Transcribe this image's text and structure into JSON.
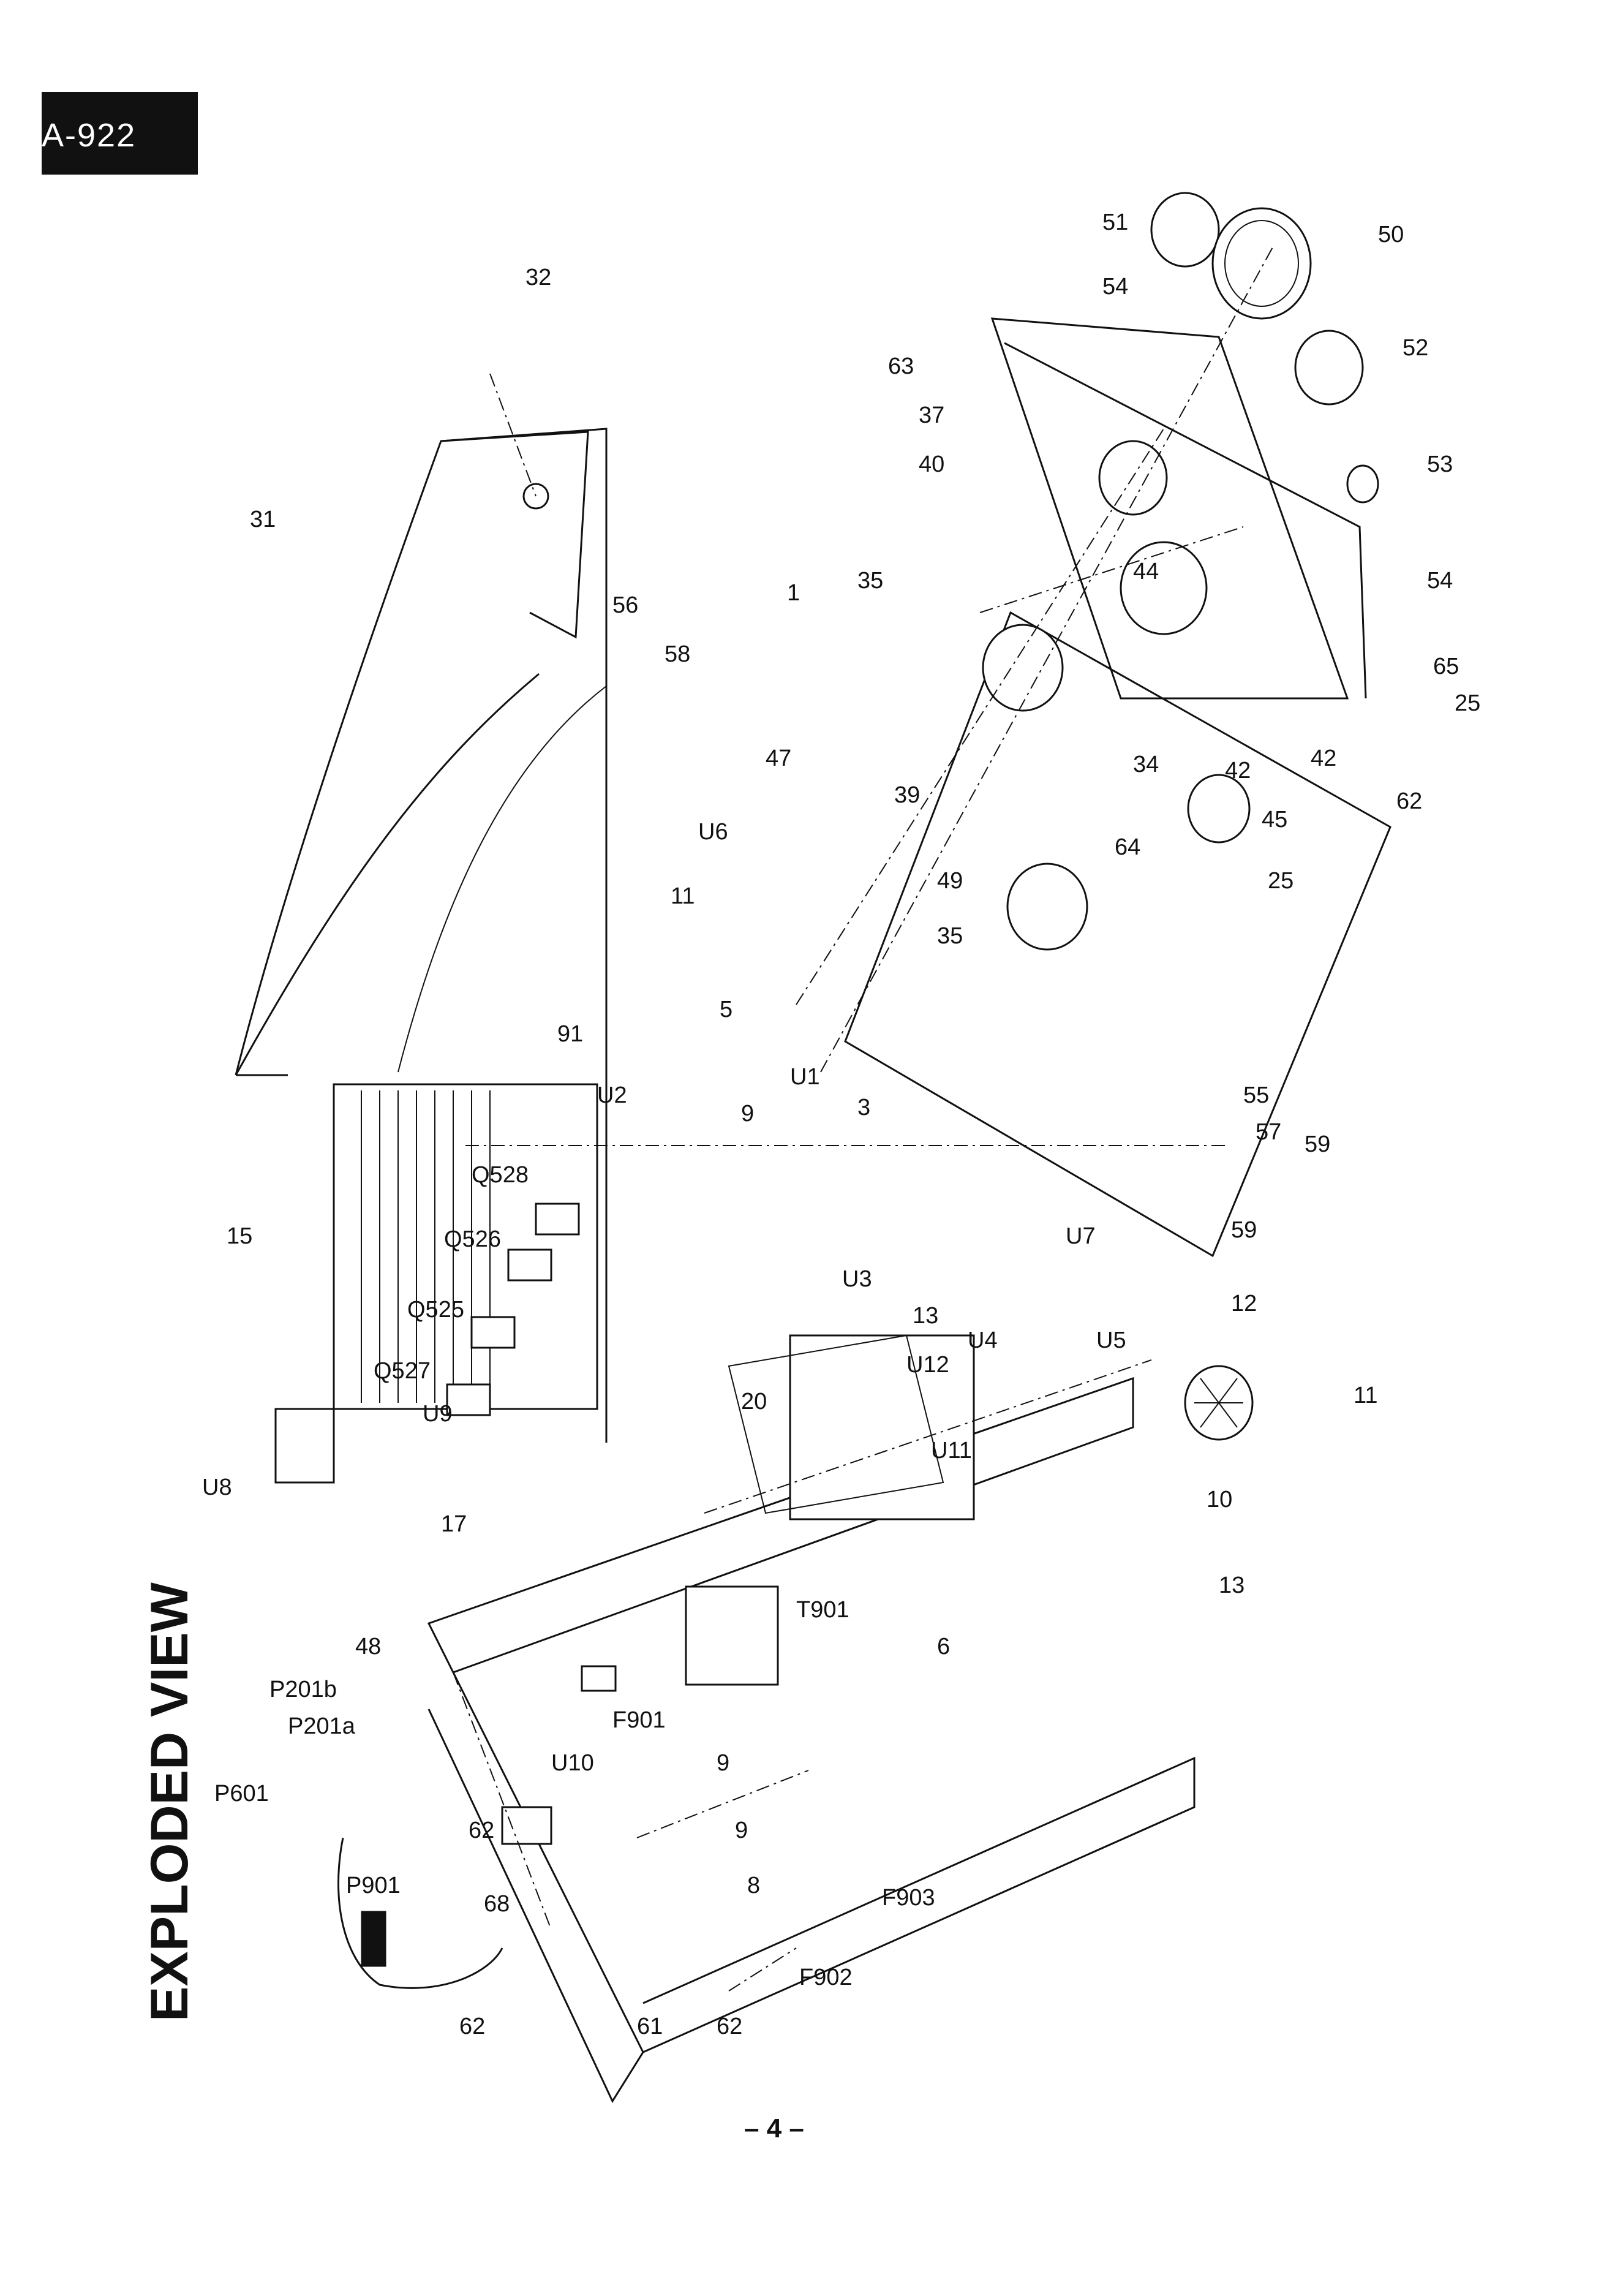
{
  "header": {
    "model": "A-922"
  },
  "title": "EXPLODED VIEW",
  "page_number": "– 4 –",
  "parts": [
    {
      "id": "p31",
      "label": "31"
    },
    {
      "id": "p32",
      "label": "32"
    },
    {
      "id": "p51",
      "label": "51"
    },
    {
      "id": "p50",
      "label": "50"
    },
    {
      "id": "p54a",
      "label": "54"
    },
    {
      "id": "p63",
      "label": "63"
    },
    {
      "id": "p37",
      "label": "37"
    },
    {
      "id": "p52",
      "label": "52"
    },
    {
      "id": "p40",
      "label": "40"
    },
    {
      "id": "p53",
      "label": "53"
    },
    {
      "id": "p56",
      "label": "56"
    },
    {
      "id": "p1",
      "label": "1"
    },
    {
      "id": "p35a",
      "label": "35"
    },
    {
      "id": "p44",
      "label": "44"
    },
    {
      "id": "p54b",
      "label": "54"
    },
    {
      "id": "p58",
      "label": "58"
    },
    {
      "id": "p47",
      "label": "47"
    },
    {
      "id": "p39",
      "label": "39"
    },
    {
      "id": "p65",
      "label": "65"
    },
    {
      "id": "p25a",
      "label": "25"
    },
    {
      "id": "p34",
      "label": "34"
    },
    {
      "id": "p42a",
      "label": "42"
    },
    {
      "id": "p42b",
      "label": "42"
    },
    {
      "id": "p62a",
      "label": "62"
    },
    {
      "id": "p45",
      "label": "45"
    },
    {
      "id": "pU6",
      "label": "U6"
    },
    {
      "id": "p64",
      "label": "64"
    },
    {
      "id": "p11a",
      "label": "11"
    },
    {
      "id": "p49",
      "label": "49"
    },
    {
      "id": "p35b",
      "label": "35"
    },
    {
      "id": "p25b",
      "label": "25"
    },
    {
      "id": "p91",
      "label": "91"
    },
    {
      "id": "p5",
      "label": "5"
    },
    {
      "id": "pU2",
      "label": "U2"
    },
    {
      "id": "p9a",
      "label": "9"
    },
    {
      "id": "pU1",
      "label": "U1"
    },
    {
      "id": "p3",
      "label": "3"
    },
    {
      "id": "p55",
      "label": "55"
    },
    {
      "id": "p57",
      "label": "57"
    },
    {
      "id": "p59a",
      "label": "59"
    },
    {
      "id": "p15",
      "label": "15"
    },
    {
      "id": "pQ528",
      "label": "Q528"
    },
    {
      "id": "pQ526",
      "label": "Q526"
    },
    {
      "id": "pU7",
      "label": "U7"
    },
    {
      "id": "p59b",
      "label": "59"
    },
    {
      "id": "pQ525",
      "label": "Q525"
    },
    {
      "id": "pU3",
      "label": "U3"
    },
    {
      "id": "p13a",
      "label": "13"
    },
    {
      "id": "p12",
      "label": "12"
    },
    {
      "id": "pU4",
      "label": "U4"
    },
    {
      "id": "pU5",
      "label": "U5"
    },
    {
      "id": "pQ527",
      "label": "Q527"
    },
    {
      "id": "pU12",
      "label": "U12"
    },
    {
      "id": "p20",
      "label": "20"
    },
    {
      "id": "pU11",
      "label": "U11"
    },
    {
      "id": "p11b",
      "label": "11"
    },
    {
      "id": "pU8",
      "label": "U8"
    },
    {
      "id": "pU9",
      "label": "U9"
    },
    {
      "id": "p17",
      "label": "17"
    },
    {
      "id": "p10",
      "label": "10"
    },
    {
      "id": "p13b",
      "label": "13"
    },
    {
      "id": "pT901",
      "label": "T901"
    },
    {
      "id": "p48",
      "label": "48"
    },
    {
      "id": "pP201b",
      "label": "P201b"
    },
    {
      "id": "pP201a",
      "label": "P201a"
    },
    {
      "id": "p6",
      "label": "6"
    },
    {
      "id": "pF901",
      "label": "F901"
    },
    {
      "id": "pU10",
      "label": "U10"
    },
    {
      "id": "p9b",
      "label": "9"
    },
    {
      "id": "p62b",
      "label": "62"
    },
    {
      "id": "p9c",
      "label": "9"
    },
    {
      "id": "p8",
      "label": "8"
    },
    {
      "id": "pP601",
      "label": "P601"
    },
    {
      "id": "pP901",
      "label": "P901"
    },
    {
      "id": "p68",
      "label": "68"
    },
    {
      "id": "pF903",
      "label": "F903"
    },
    {
      "id": "pF902",
      "label": "F902"
    },
    {
      "id": "p62c",
      "label": "62"
    },
    {
      "id": "p61",
      "label": "61"
    },
    {
      "id": "p62d",
      "label": "62"
    }
  ]
}
